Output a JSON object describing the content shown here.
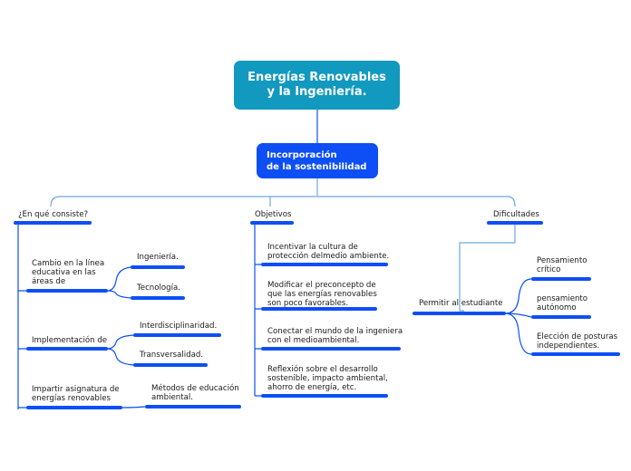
{
  "colors": {
    "root": "#1199bf",
    "main": "#0d4ff5",
    "connector_light": "#6fa8dc",
    "connector_dark": "#0d4ff5",
    "text": "#1a1a1a"
  },
  "root": {
    "title": "Energías Renovables\ny la Ingeniería."
  },
  "main": {
    "title": "Incorporación\nde la sostenibilidad"
  },
  "branches": {
    "left": {
      "label": "¿En qué consiste?",
      "items": [
        {
          "label": "Cambio en la línea\neducativa en las\náreas de",
          "children": [
            "Ingeniería.",
            "Tecnología."
          ]
        },
        {
          "label": "Implementación de",
          "children": [
            "Interdisciplinaridad.",
            "Transversalidad."
          ]
        },
        {
          "label": "Impartir asignatura de\nenergías renovables",
          "children": [
            "Métodos de educación\nambiental."
          ]
        }
      ]
    },
    "center": {
      "label": "Objetivos",
      "items": [
        "Incentivar la cultura de\nprotección delmedio ambiente.",
        "Modificar el preconcepto de\nque las energías renovables\nson poco favorables.",
        "Conectar el mundo de la ingeniera\ncon el medioambiental.",
        "Reflexión sobre el desarrollo\nsostenible, impacto ambiental,\nahorro de energía, etc."
      ]
    },
    "right": {
      "label": "Dificultades",
      "child": {
        "label": "Permitir al estudiante",
        "children": [
          "Pensamiento\ncrítico",
          "pensamiento\nautónomo",
          "Elección de posturas\nindependientes."
        ]
      }
    }
  }
}
